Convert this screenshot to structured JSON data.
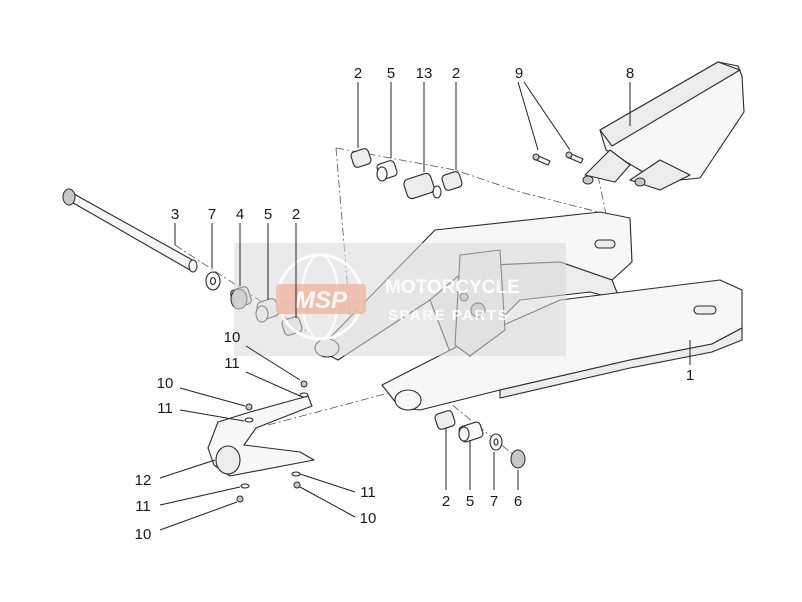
{
  "watermark": {
    "logo": "MSP",
    "line1": "MOTORCYCLE",
    "line2": "SPARE PARTS"
  },
  "labels": {
    "c1": "1",
    "c2a": "2",
    "c2b": "2",
    "c2c": "2",
    "c2d": "2",
    "c3": "3",
    "c4": "4",
    "c5a": "5",
    "c5b": "5",
    "c5c": "5",
    "c6": "6",
    "c7a": "7",
    "c7b": "7",
    "c8": "8",
    "c9": "9",
    "c10a": "10",
    "c10b": "10",
    "c10c": "10",
    "c10d": "10",
    "c11a": "11",
    "c11b": "11",
    "c11c": "11",
    "c11d": "11",
    "c12": "12",
    "c13": "13"
  }
}
